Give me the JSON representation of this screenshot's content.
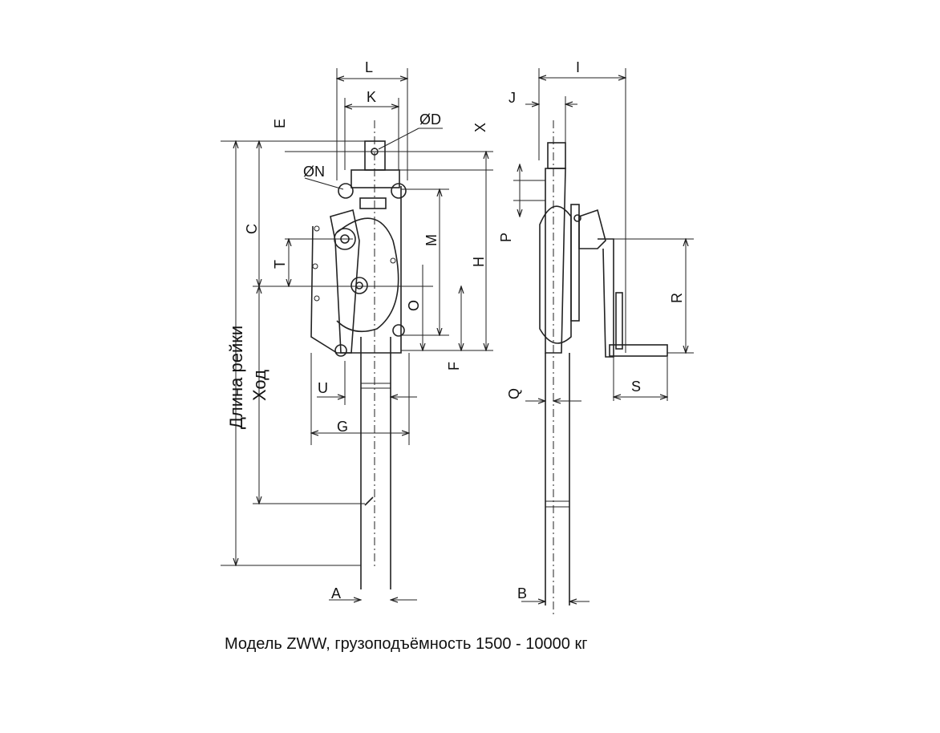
{
  "caption": "Модель ZWW, грузоподъёмность 1500 - 10000 кг",
  "side_labels": {
    "rack_length": "Длина рейки",
    "stroke": "Ход"
  },
  "dims_front": {
    "L": "L",
    "K": "K",
    "E": "E",
    "D": "ØD",
    "X": "X",
    "N": "ØN",
    "C": "C",
    "T": "T",
    "M": "M",
    "H": "H",
    "O": "O",
    "F": "F",
    "U": "U",
    "G": "G",
    "A": "A"
  },
  "dims_side": {
    "I": "I",
    "J": "J",
    "P": "P",
    "R": "R",
    "S": "S",
    "Q": "Q",
    "B": "B"
  }
}
